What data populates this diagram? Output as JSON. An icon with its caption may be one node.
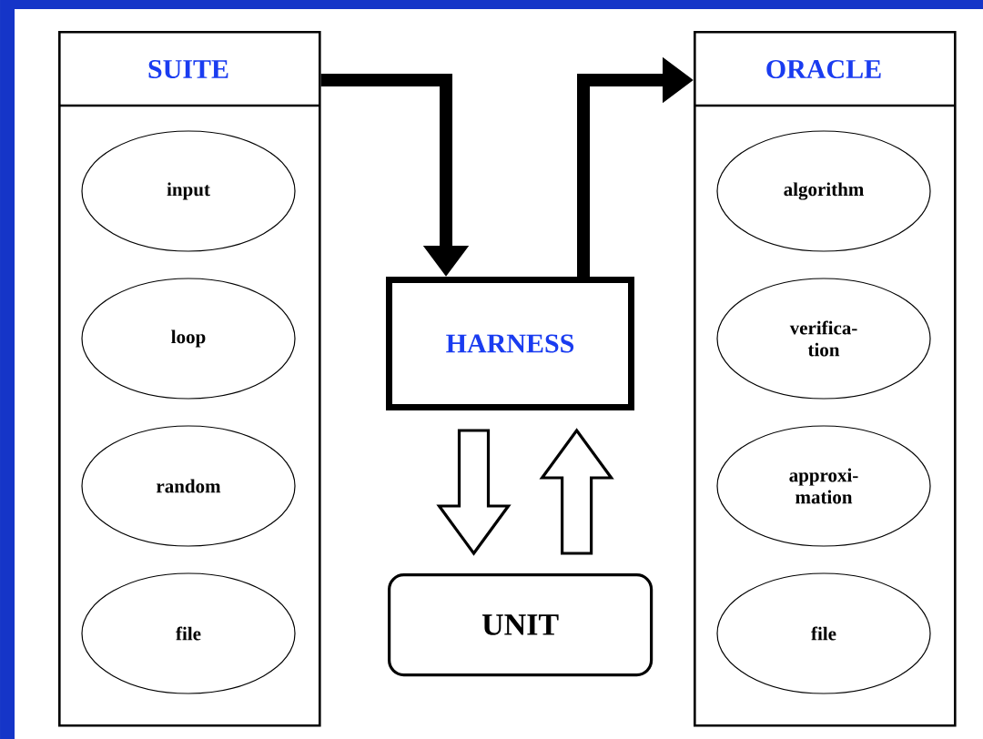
{
  "diagram": {
    "nodes": [
      {
        "text": [
          "SUITE"
        ]
      },
      {
        "text": [
          "input"
        ],
        "in": 0
      },
      {
        "text": [
          "loop"
        ],
        "in": 0
      },
      {
        "text": [
          "random"
        ],
        "in": 0
      },
      {
        "text": [
          "file"
        ],
        "in": 0
      },
      {
        "text": [
          "HARNESS"
        ]
      },
      {
        "text": [
          "UNIT"
        ]
      },
      {
        "text": [
          "ORACLE"
        ]
      },
      {
        "text": [
          "algorithm"
        ],
        "in": 7
      },
      {
        "text": [
          "verifica- tion"
        ],
        "in": 7
      },
      {
        "text": [
          "approxi- mation"
        ],
        "in": 7
      },
      {
        "text": [
          "file"
        ],
        "in": 7
      }
    ],
    "edges": [
      {
        "from": 0,
        "to": 5,
        "arrow": "to"
      },
      {
        "from": 5,
        "to": 7,
        "arrow": "to"
      },
      {
        "from": 5,
        "to": 6,
        "arrow": "to"
      },
      {
        "from": 6,
        "to": 5,
        "arrow": "to"
      }
    ]
  }
}
